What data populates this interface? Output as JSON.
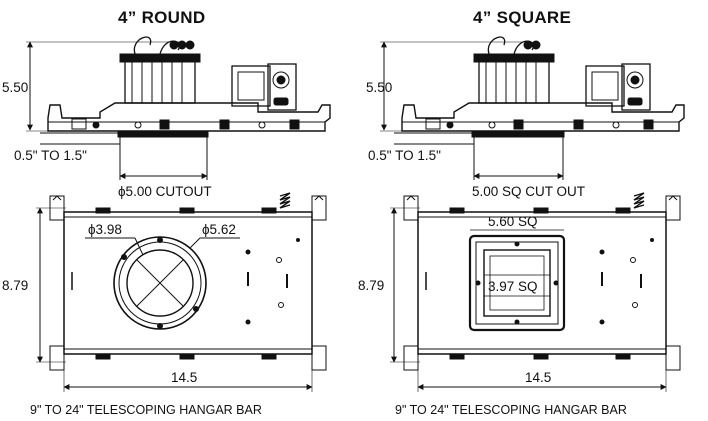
{
  "left": {
    "title": "4” ROUND",
    "height_dim": "5.50",
    "adjust": "0.5\" TO 1.5\"",
    "cutout": "ϕ5.00 CUTOUT",
    "inner_dia": "ϕ3.98",
    "outer_dia": "ϕ5.62",
    "plan_height": "8.79",
    "plan_width": "14.5",
    "hangar": "9\" TO 24\" TELESCOPING HANGAR BAR"
  },
  "right": {
    "title": "4” SQUARE",
    "height_dim": "5.50",
    "adjust": "0.5\" TO 1.5\"",
    "cutout": "5.00 SQ CUT OUT",
    "outer_sq": "5.60 SQ",
    "inner_sq": "3.97 SQ",
    "plan_height": "8.79",
    "plan_width": "14.5",
    "hangar": "9\" TO 24\" TELESCOPING HANGAR BAR"
  }
}
